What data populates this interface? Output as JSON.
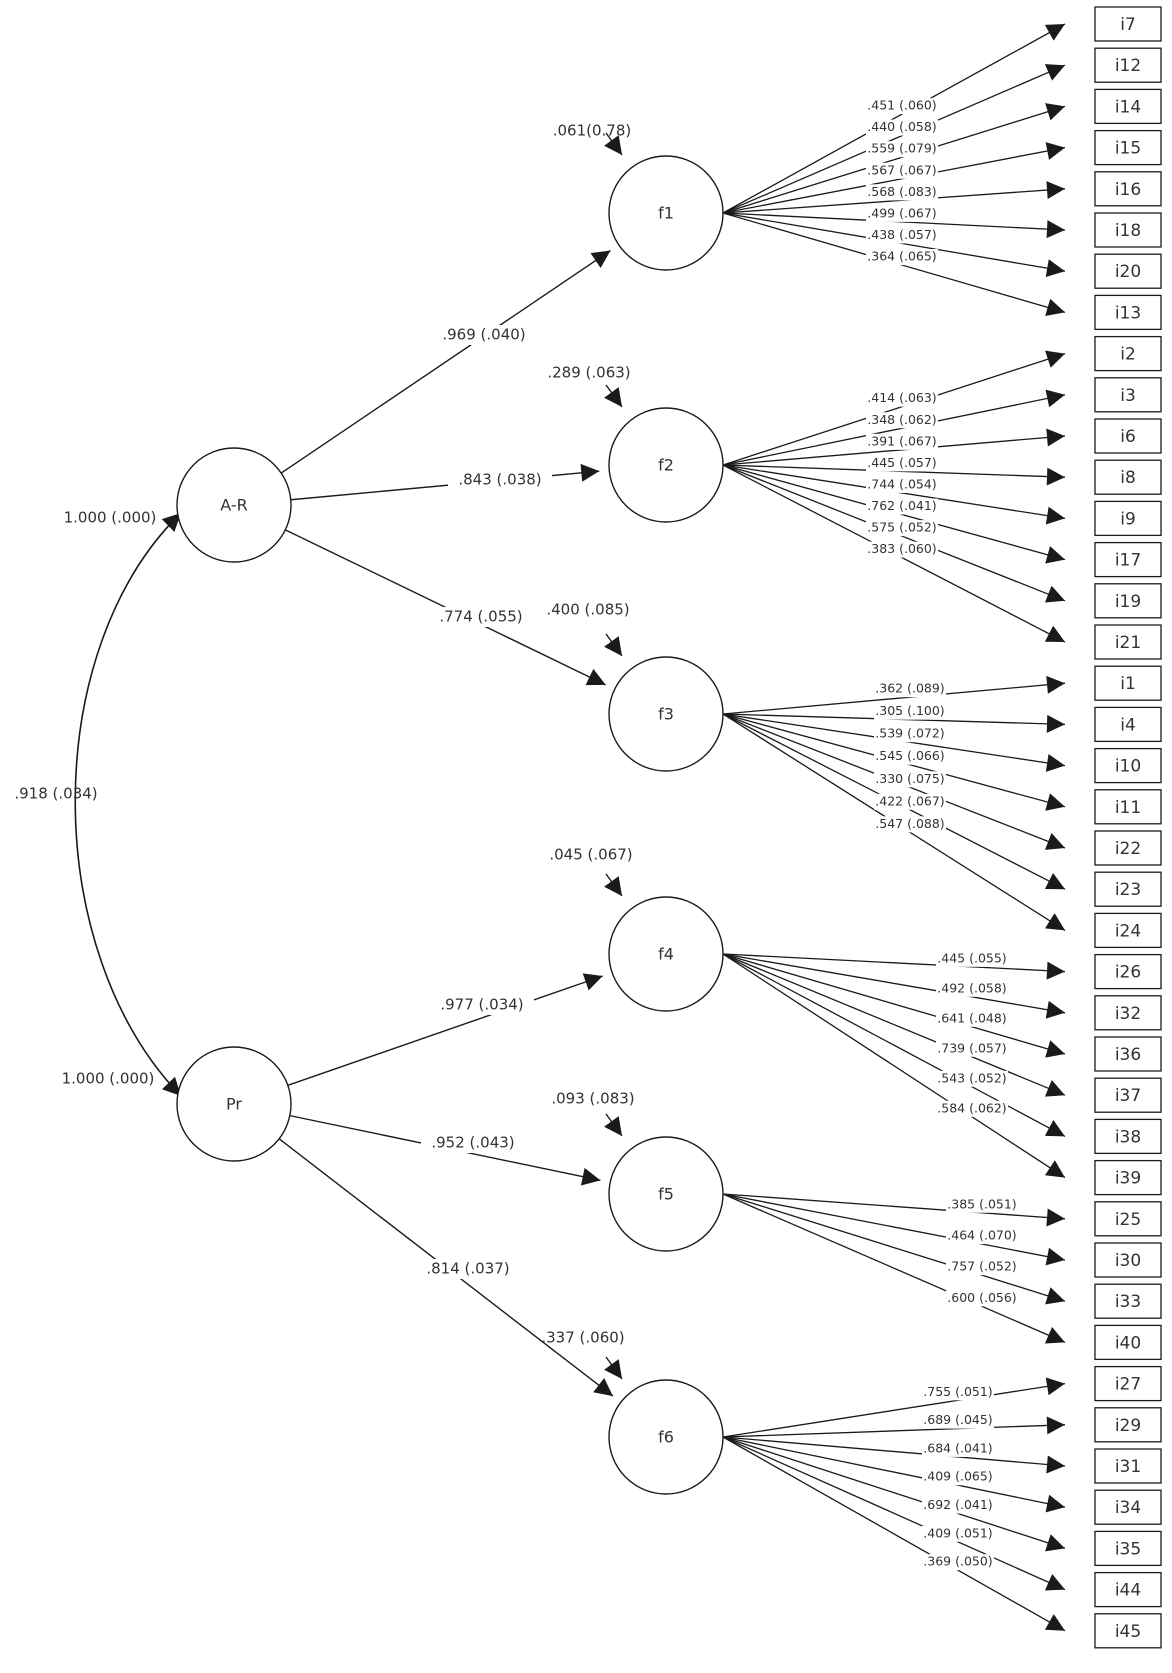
{
  "diagram": {
    "type": "sem-path-diagram",
    "second_order_factors": [
      {
        "id": "A-R",
        "label": "A-R",
        "variance_label": "1.000 (.000)"
      },
      {
        "id": "Pr",
        "label": "Pr",
        "variance_label": "1.000 (.000)"
      }
    ],
    "correlation": {
      "between": [
        "A-R",
        "Pr"
      ],
      "label": ".918 (.034)"
    },
    "first_order_factors": [
      {
        "id": "f1",
        "label": "f1",
        "parent": "A-R",
        "path_label": ".969 (.040)",
        "residual_label": ".061(0.78)",
        "indicators": [
          {
            "item": "i7",
            "label": ".451 (.060)"
          },
          {
            "item": "i12",
            "label": ".440 (.058)"
          },
          {
            "item": "i14",
            "label": ".559 (.079)"
          },
          {
            "item": "i15",
            "label": ".567 (.067)"
          },
          {
            "item": "i16",
            "label": ".568 (.083)"
          },
          {
            "item": "i18",
            "label": ".499 (.067)"
          },
          {
            "item": "i20",
            "label": ".438 (.057)"
          },
          {
            "item": "i13",
            "label": ".364 (.065)"
          }
        ]
      },
      {
        "id": "f2",
        "label": "f2",
        "parent": "A-R",
        "path_label": ".843 (.038)",
        "residual_label": ".289 (.063)",
        "indicators": [
          {
            "item": "i2",
            "label": ".414 (.063)"
          },
          {
            "item": "i3",
            "label": ".348 (.062)"
          },
          {
            "item": "i6",
            "label": ".391 (.067)"
          },
          {
            "item": "i8",
            "label": ".445 (.057)"
          },
          {
            "item": "i9",
            "label": ".744 (.054)"
          },
          {
            "item": "i17",
            "label": ".762 (.041)"
          },
          {
            "item": "i19",
            "label": ".575 (.052)"
          },
          {
            "item": "i21",
            "label": ".383 (.060)"
          }
        ]
      },
      {
        "id": "f3",
        "label": "f3",
        "parent": "A-R",
        "path_label": ".774 (.055)",
        "residual_label": ".400 (.085)",
        "indicators": [
          {
            "item": "i1",
            "label": ".362 (.089)"
          },
          {
            "item": "i4",
            "label": ".305 (.100)"
          },
          {
            "item": "i10",
            "label": ".539 (.072)"
          },
          {
            "item": "i11",
            "label": ".545 (.066)"
          },
          {
            "item": "i22",
            "label": ".330 (.075)"
          },
          {
            "item": "i23",
            "label": ".422 (.067)"
          },
          {
            "item": "i24",
            "label": ".547 (.088)"
          }
        ]
      },
      {
        "id": "f4",
        "label": "f4",
        "parent": "Pr",
        "path_label": ".977 (.034)",
        "residual_label": ".045 (.067)",
        "indicators": [
          {
            "item": "i26",
            "label": ".445 (.055)"
          },
          {
            "item": "i32",
            "label": ".492 (.058)"
          },
          {
            "item": "i36",
            "label": ".641 (.048)"
          },
          {
            "item": "i37",
            "label": ".739 (.057)"
          },
          {
            "item": "i38",
            "label": ".543 (.052)"
          },
          {
            "item": "i39",
            "label": ".584 (.062)"
          }
        ]
      },
      {
        "id": "f5",
        "label": "f5",
        "parent": "Pr",
        "path_label": ".952 (.043)",
        "residual_label": ".093 (.083)",
        "indicators": [
          {
            "item": "i25",
            "label": ".385 (.051)"
          },
          {
            "item": "i30",
            "label": ".464 (.070)"
          },
          {
            "item": "i33",
            "label": ".757 (.052)"
          },
          {
            "item": "i40",
            "label": ".600 (.056)"
          }
        ]
      },
      {
        "id": "f6",
        "label": "f6",
        "parent": "Pr",
        "path_label": ".814 (.037)",
        "residual_label": ".337 (.060)",
        "indicators": [
          {
            "item": "i27",
            "label": ".755 (.051)"
          },
          {
            "item": "i29",
            "label": ".689 (.045)"
          },
          {
            "item": "i31",
            "label": ".684 (.041)"
          },
          {
            "item": "i34",
            "label": ".409 (.065)"
          },
          {
            "item": "i35",
            "label": ".692 (.041)"
          },
          {
            "item": "i44",
            "label": ".409 (.051)"
          },
          {
            "item": "i45",
            "label": ".369 (.050)"
          }
        ]
      }
    ]
  },
  "colors": {
    "line": "#1a1a1a",
    "text": "#333333",
    "background": "#ffffff"
  }
}
